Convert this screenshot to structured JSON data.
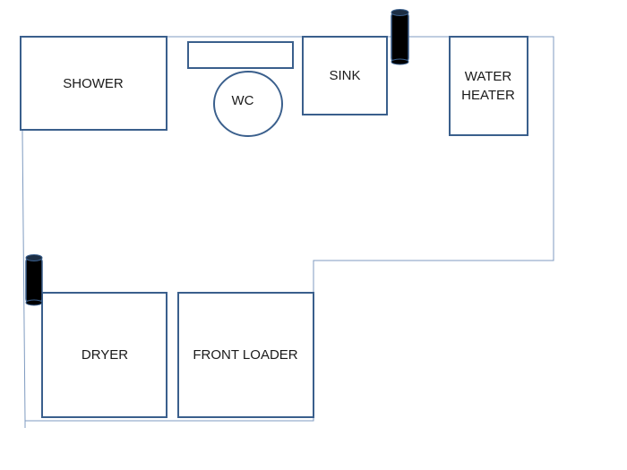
{
  "colors": {
    "fixture_stroke": "#3a5f8c",
    "wall_stroke": "#7f9bc0",
    "post_fill": "#000000",
    "background": "#ffffff"
  },
  "fixtures": {
    "shower": {
      "label": "SHOWER"
    },
    "wc": {
      "label": "WC"
    },
    "sink": {
      "label": "SINK"
    },
    "water_heater": {
      "label_line1": "WATER",
      "label_line2": "HEATER"
    },
    "dryer": {
      "label": "DRYER"
    },
    "front_loader": {
      "label": "FRONT LOADER"
    }
  },
  "posts": [
    "vent-post",
    "vent-post"
  ]
}
